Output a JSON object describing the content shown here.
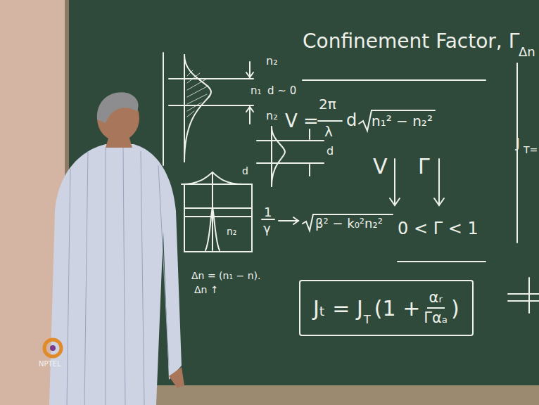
{
  "diagram": {
    "title": "Confinement Factor, Γ",
    "nodes": [
      {
        "text": [
          "Jₜ = J",
          "T",
          "(1 +",
          "αᵣ",
          "Γαₐ",
          ")"
        ]
      }
    ],
    "labels": [
      "n₂",
      "n₁",
      "d ~ 0",
      "n₂",
      "V =",
      "2π",
      "λ",
      "d",
      "n₁² − n₂²",
      "d",
      "d",
      "n₂",
      "V",
      "Γ",
      "1",
      "γ",
      "β² − k₀²n₂²",
      "0 < Γ < 1",
      "Δn = (n₁ − n).",
      "Δn ↑",
      "Δn",
      "J",
      "T=",
      "NPTEL"
    ]
  }
}
